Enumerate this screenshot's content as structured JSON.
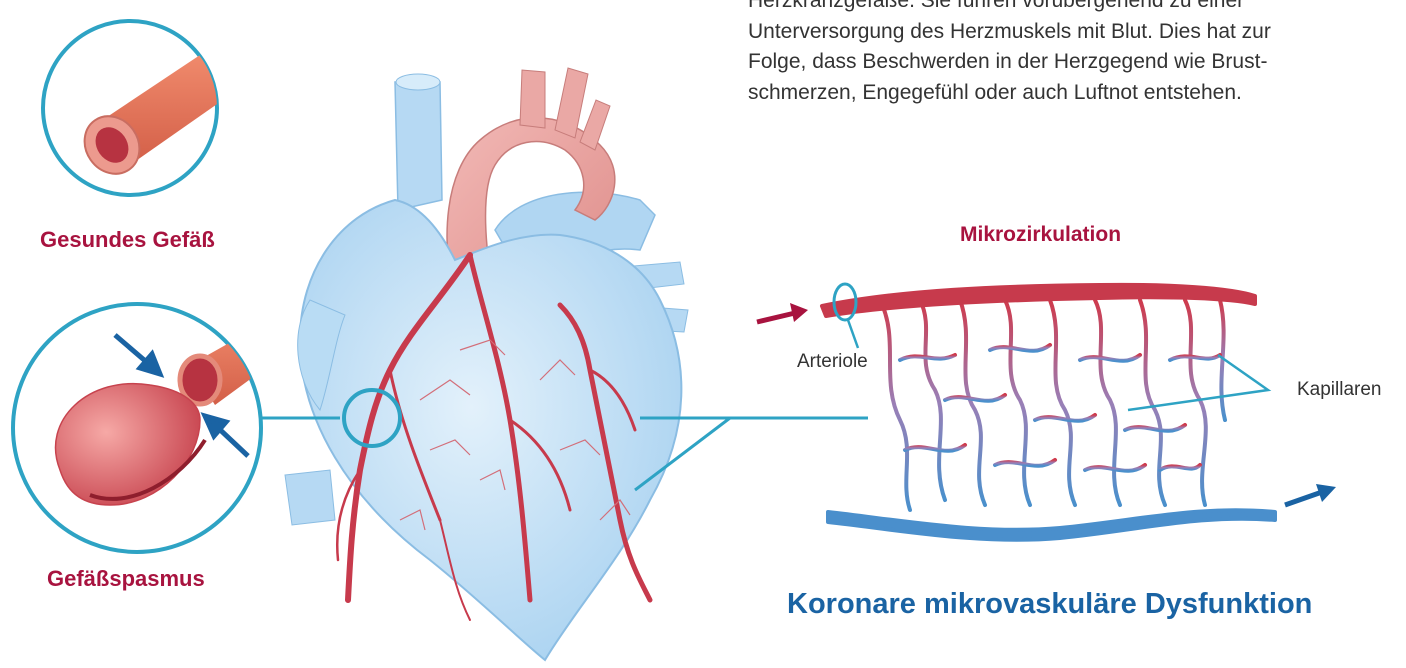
{
  "intro": {
    "text": "Herzkranzgefäße. Sie führen vorübergehend zu einer\nUnterversorgung des Herzmuskels mit Blut. Dies hat zur\nFolge, dass Beschwerden in der Herzgegend wie Brust-\nschmerzen, Engegefühl oder auch Luftnot entstehen."
  },
  "labels": {
    "healthy_vessel": "Gesundes Gefäß",
    "spasm": "Gefäßspasmus",
    "microcirculation": "Mikrozirkulation",
    "arteriole": "Arteriole",
    "capillaries": "Kapillaren",
    "dysfunction_title": "Koronare mikrovaskuläre Dysfunktion"
  },
  "colors": {
    "accent_red": "#a8133f",
    "accent_blue": "#1a63a3",
    "circle_stroke": "#2ea3c4",
    "artery_red": "#c73a4c",
    "vein_blue": "#4a8fcc",
    "heart_body": "#c2e0f7"
  }
}
